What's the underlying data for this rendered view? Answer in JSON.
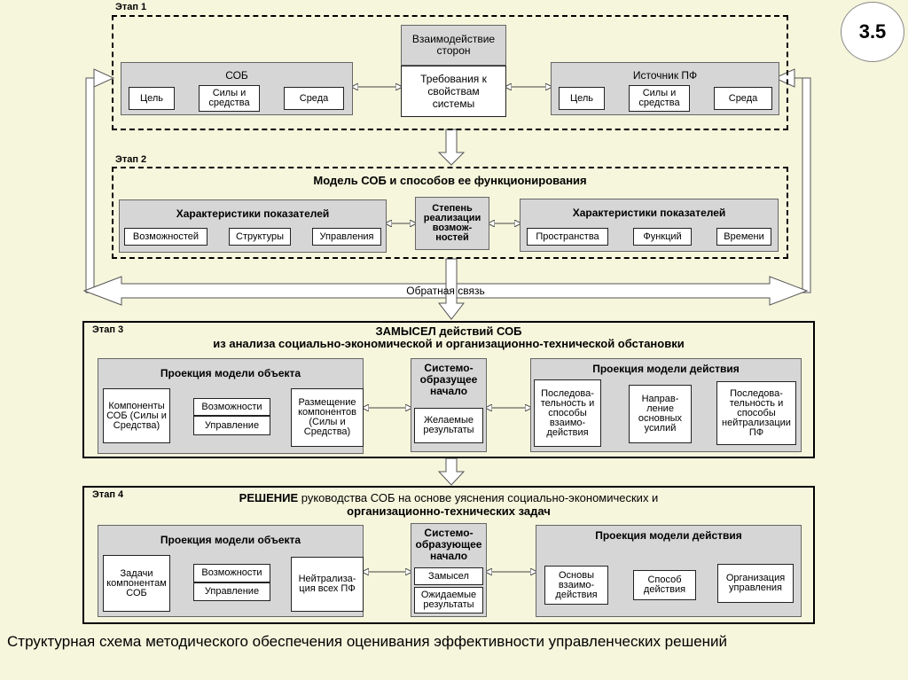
{
  "badge": "3.5",
  "caption": "Структурная схема методического обеспечения оценивания эффективности управленческих решений",
  "feedback": "Обратная связь",
  "stage1": {
    "label": "Этап 1",
    "center_top": "Взаимодействие сторон",
    "center_bottom": "Требования к свойствам системы",
    "left": {
      "title": "СОБ",
      "items": [
        "Цель",
        "Силы и средства",
        "Среда"
      ]
    },
    "right": {
      "title": "Источник ПФ",
      "items": [
        "Цель",
        "Силы и средства",
        "Среда"
      ]
    }
  },
  "stage2": {
    "label": "Этап 2",
    "title": "Модель СОБ и способов ее функционирования",
    "center": "Степень реализации возмож-ностей",
    "left": {
      "title": "Характеристики показателей",
      "items": [
        "Возможностей",
        "Структуры",
        "Управления"
      ]
    },
    "right": {
      "title": "Характеристики показателей",
      "items": [
        "Пространства",
        "Функций",
        "Времени"
      ]
    }
  },
  "stage3": {
    "label": "Этап 3",
    "title1": "ЗАМЫСЕЛ действий СОБ",
    "title2": "из анализа социально-экономической и организационно-технической обстановки",
    "center_title": "Системо-образущее начало",
    "center_box": "Желаемые результаты",
    "left": {
      "title": "Проекция модели объекта",
      "item1": "Компоненты СОБ (Силы и Средства)",
      "mid_top": "Возможности",
      "mid_bottom": "Управление",
      "item3": "Размещение компонентов (Силы и Средства)"
    },
    "right": {
      "title": "Проекция модели действия",
      "item1": "Последова-тельность и способы взаимо-действия",
      "item2": "Направ-ление основных усилий",
      "item3": "Последова-тельность и способы нейтрализации ПФ"
    }
  },
  "stage4": {
    "label": "Этап 4",
    "title_bold": "РЕШЕНИЕ",
    "title_rest": " руководства СОБ на основе уяснения социально-экономических и",
    "title2": "организационно-технических задач",
    "center_title": "Системо-образующее начало",
    "center_box1": "Замысел",
    "center_box2": "Ожидаемые результаты",
    "left": {
      "title": "Проекция модели объекта",
      "item1": "Задачи компонентам СОБ",
      "mid_top": "Возможности",
      "mid_bottom": "Управление",
      "item3": "Нейтрализа-ция всех ПФ"
    },
    "right": {
      "title": "Проекция модели действия",
      "item1": "Основы взаимо-действия",
      "item2": "Способ действия",
      "item3": "Организация управления"
    }
  }
}
